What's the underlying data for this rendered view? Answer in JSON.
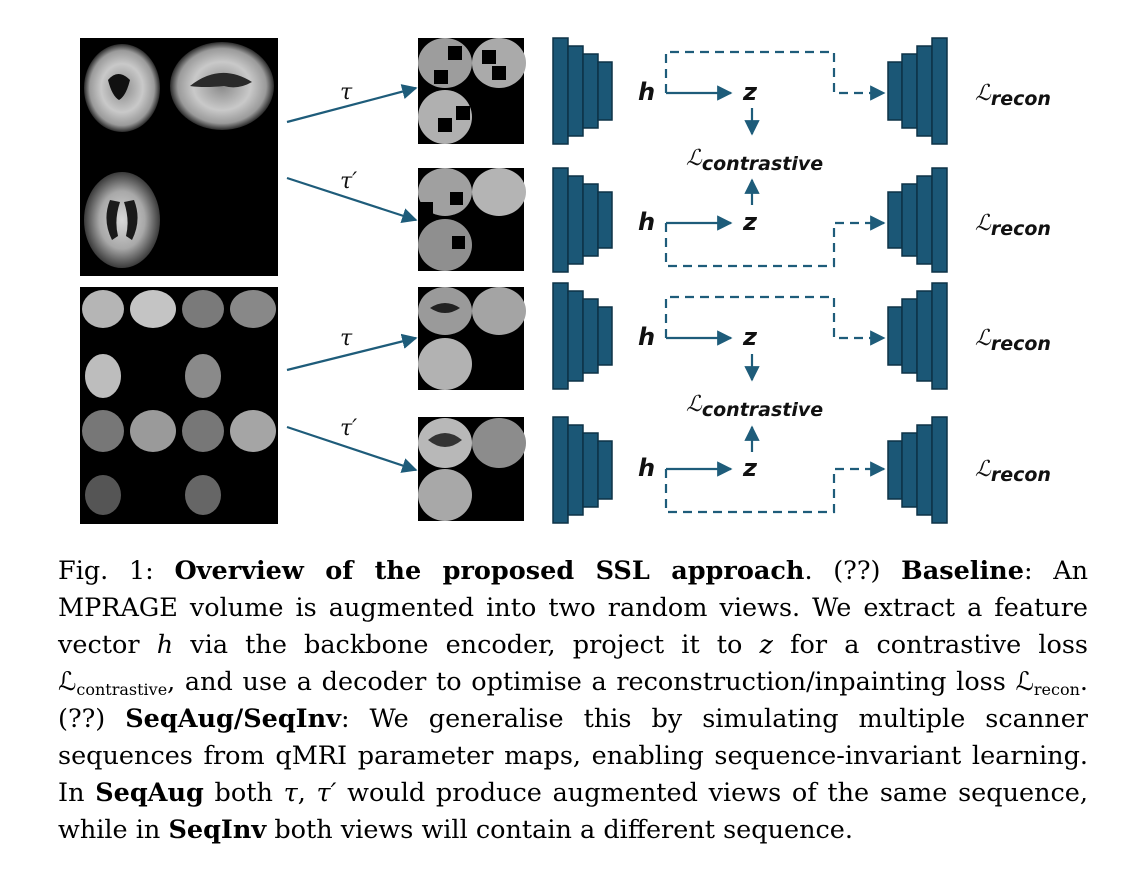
{
  "figure": {
    "tau_label": "τ",
    "tau_prime_label": "τ′",
    "h_label": "h",
    "z_label": "z",
    "loss_symbol": "ℒ",
    "recon_sub": "recon",
    "contrastive_sub": "contrastive",
    "colors": {
      "network": "#1b5776",
      "arrow": "#1e5c7a",
      "scan_bg": "#000000"
    }
  },
  "caption": {
    "fig_label": "Fig. 1:",
    "title": "Overview of the proposed SSL approach",
    "title_end": ".",
    "ref_a": "(??)",
    "baseline_label": "Baseline",
    "text_1": ": An MPRAGE volume is augmented into two random views. We extract a feature vector ",
    "h": "h",
    "text_2": " via the backbone encoder, project it to ",
    "z": "z",
    "text_3": " for a contrastive loss ",
    "L": "ℒ",
    "sub_contrastive": "contrastive",
    "text_4": ", and use a decoder to optimise a reconstruction/inpainting loss ",
    "sub_recon": "recon",
    "text_5": ". ",
    "ref_b": "(??)",
    "seq_label": "SeqAug/SeqInv",
    "text_6": ": We generalise this by simulating multiple scanner sequences from qMRI parameter maps, enabling sequence-invariant learning. In ",
    "seqaug": "SeqAug",
    "text_7": " both ",
    "tau": "τ",
    "comma": ", ",
    "tau_prime": "τ′",
    "text_8": " would produce augmented views of the same sequence, while in ",
    "seqinv": "SeqInv",
    "text_9": " both views will contain a different sequence."
  }
}
